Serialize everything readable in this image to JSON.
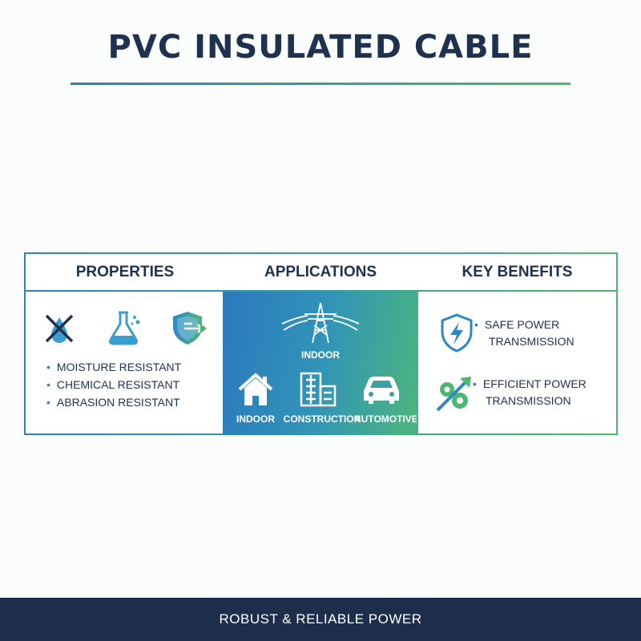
{
  "title": "PVC INSULATED CABLE",
  "columns": {
    "properties": {
      "header": "PROPERTIES",
      "items": [
        "MOISTURE RESISTANT",
        "CHEMICAL RESISTANT",
        "ABRASION RESISTANT"
      ],
      "icons": [
        "no-water-drop-icon",
        "chemical-flask-icon",
        "shield-arrow-icon"
      ]
    },
    "applications": {
      "header": "APPLICATIONS",
      "top_label": "INDOOR",
      "labels": [
        "INDOOR",
        "CONSTRUCTION",
        "AUTOMOTIVE"
      ],
      "icons": [
        "power-tower-icon",
        "house-icon",
        "building-icon",
        "car-icon"
      ]
    },
    "benefits": {
      "header": "KEY BENEFITS",
      "items": [
        {
          "line1": "SAFE POWER",
          "line2": "TRANSMISSION"
        },
        {
          "line1": "EFFICIENT POWER",
          "line2": "TRANSMISSION"
        }
      ],
      "icons": [
        "shield-lightning-icon",
        "gear-arrow-icon"
      ]
    }
  },
  "footer": "ROBUST & RELIABLE POWER",
  "colors": {
    "navy": "#1c2e4a",
    "blue": "#2f7fbf",
    "green": "#4cb86d"
  }
}
